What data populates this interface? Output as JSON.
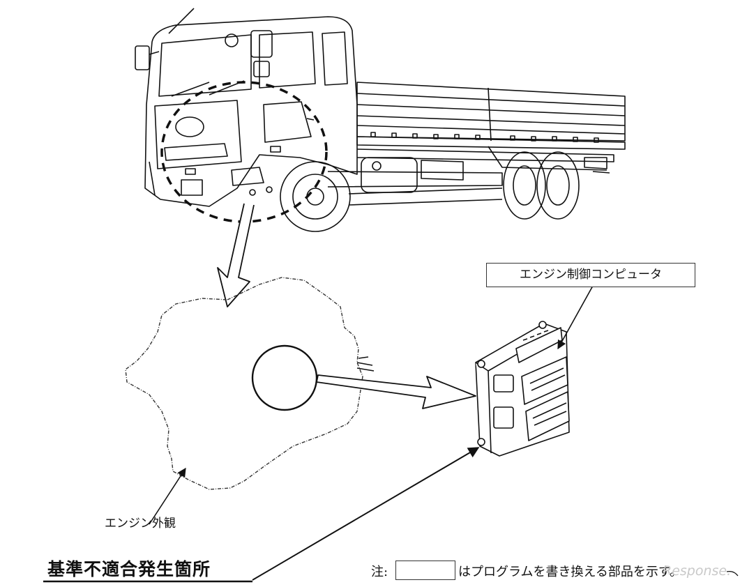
{
  "labels": {
    "ecu": "エンジン制御コンピュータ",
    "engine_exterior": "エンジン外観",
    "heading": "基準不適合発生箇所",
    "note_prefix": "注:",
    "note_text": "はプログラムを書き換える部品を示す。",
    "watermark": "Response."
  },
  "colors": {
    "line": "#111111",
    "background": "#ffffff",
    "watermark": "#c9c9c9"
  },
  "icons": [
    "truck-illustration",
    "engine-outline",
    "ecu-unit",
    "pointer-arrow"
  ]
}
